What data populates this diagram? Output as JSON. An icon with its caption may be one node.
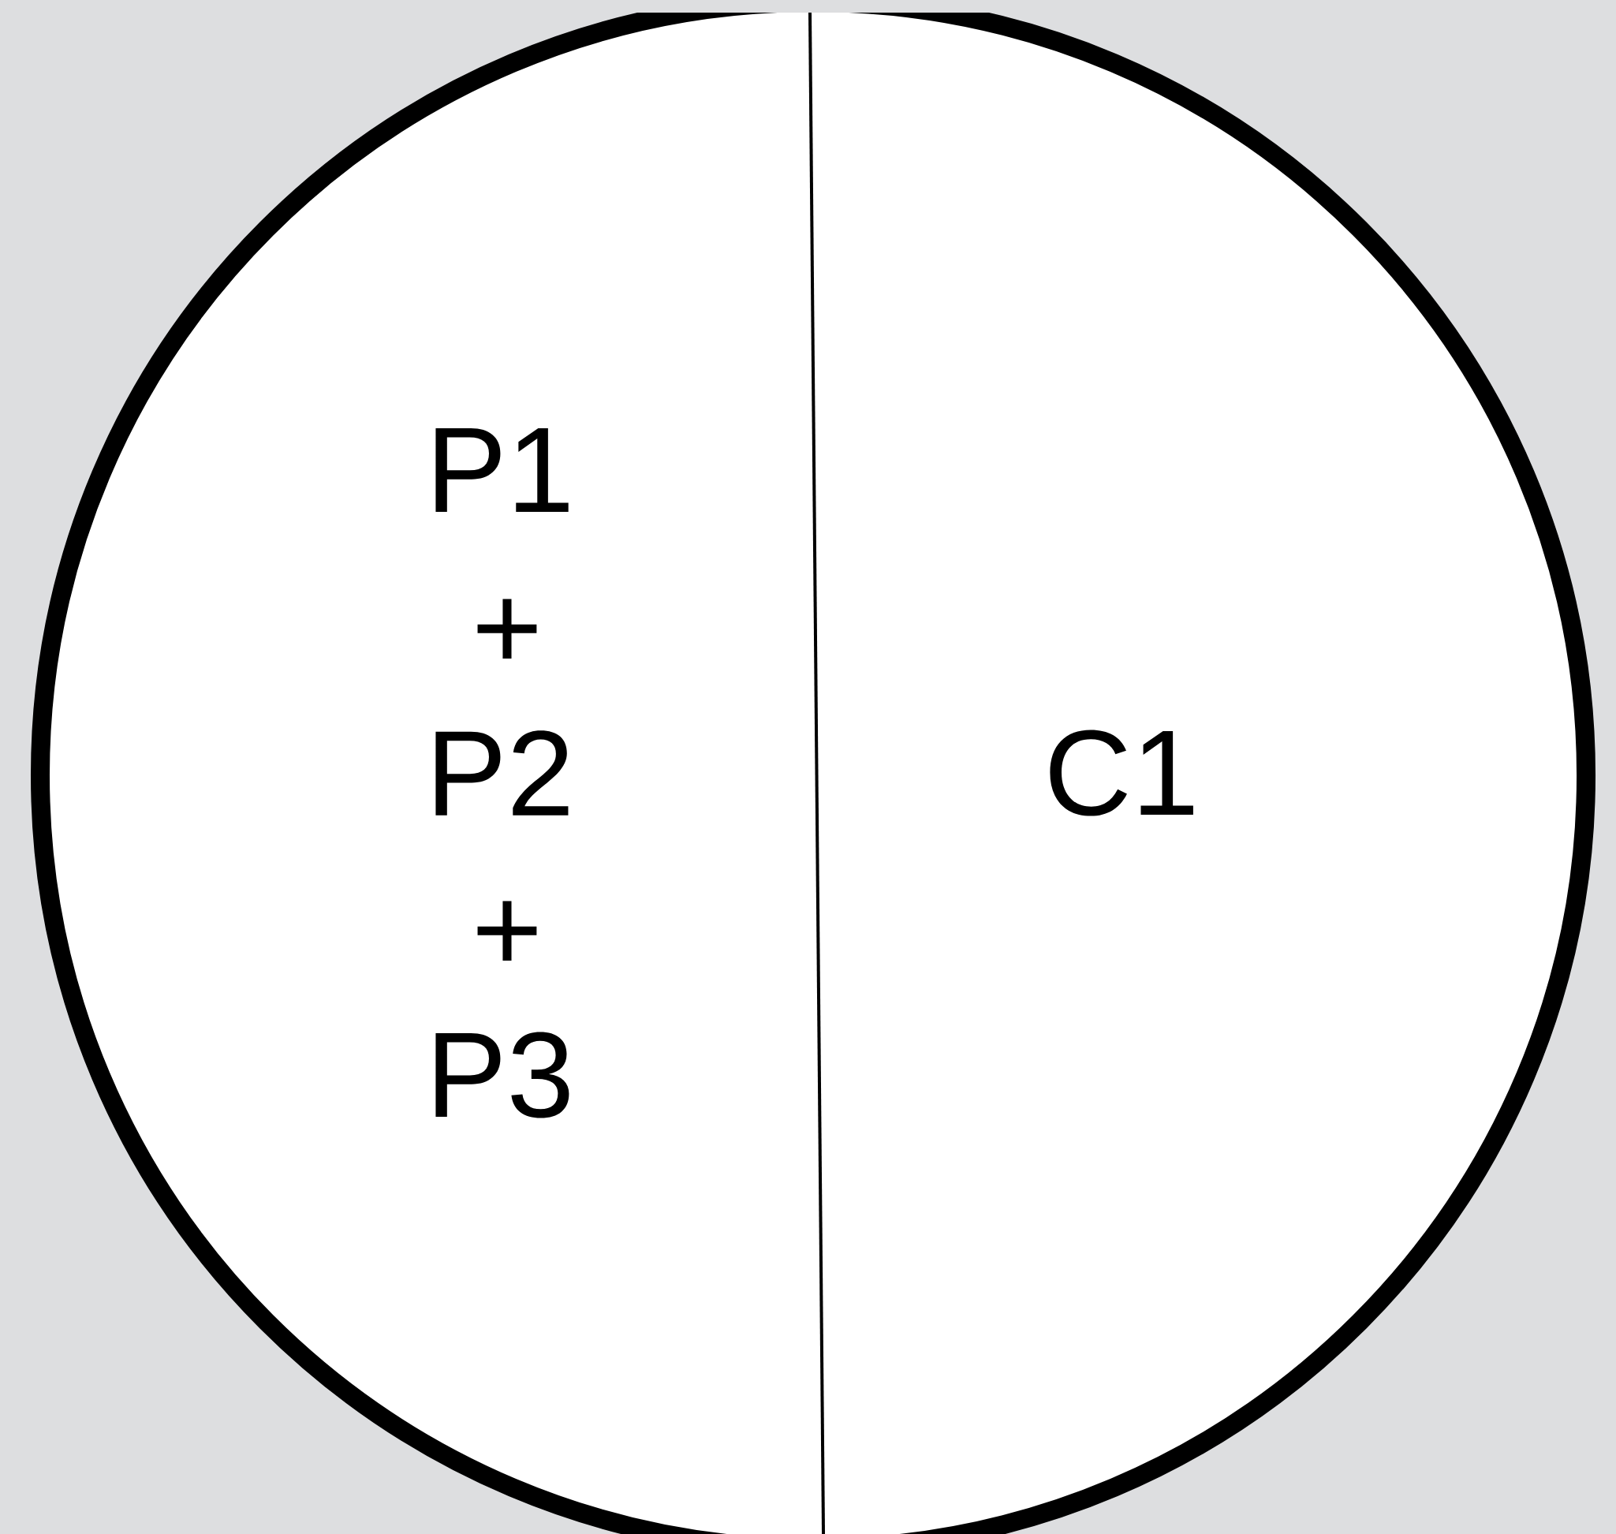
{
  "diagram": {
    "nodes": [
      {
        "text": [],
        "shape": "circle"
      }
    ],
    "labels": [
      "P1",
      "+",
      "P2",
      "+",
      "P3",
      "C1"
    ]
  }
}
